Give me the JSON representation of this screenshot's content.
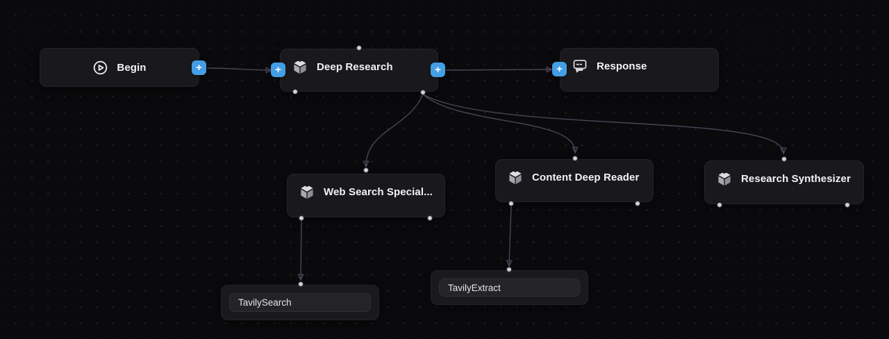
{
  "canvas": {
    "description": "agent workflow graph editor",
    "background": "#0a0a0c",
    "grid_dot_color": "#212126"
  },
  "colors": {
    "accent_blue": "#449ee6",
    "edge": "#4a4656",
    "arrowhead": "#8b7cf5",
    "node_background": "#19191d",
    "node_title": "#f3f3f6",
    "port_fill": "#d2d2d7"
  },
  "plus_label": "+",
  "nodes": {
    "begin": {
      "label": "Begin",
      "icon": "play-circle-icon"
    },
    "deep_research": {
      "label": "Deep Research",
      "icon": "cube-icon"
    },
    "response": {
      "label": "Response",
      "icon": "chat-bubbles-icon"
    },
    "web_search_specialist": {
      "label": "Web Search Special...",
      "icon": "cube-icon"
    },
    "content_deep_reader": {
      "label": "Content Deep Reader",
      "icon": "cube-icon"
    },
    "research_synthesizer": {
      "label": "Research Synthesizer",
      "icon": "cube-icon"
    },
    "tavily_search": {
      "label": "TavilySearch"
    },
    "tavily_extract": {
      "label": "TavilyExtract"
    }
  }
}
